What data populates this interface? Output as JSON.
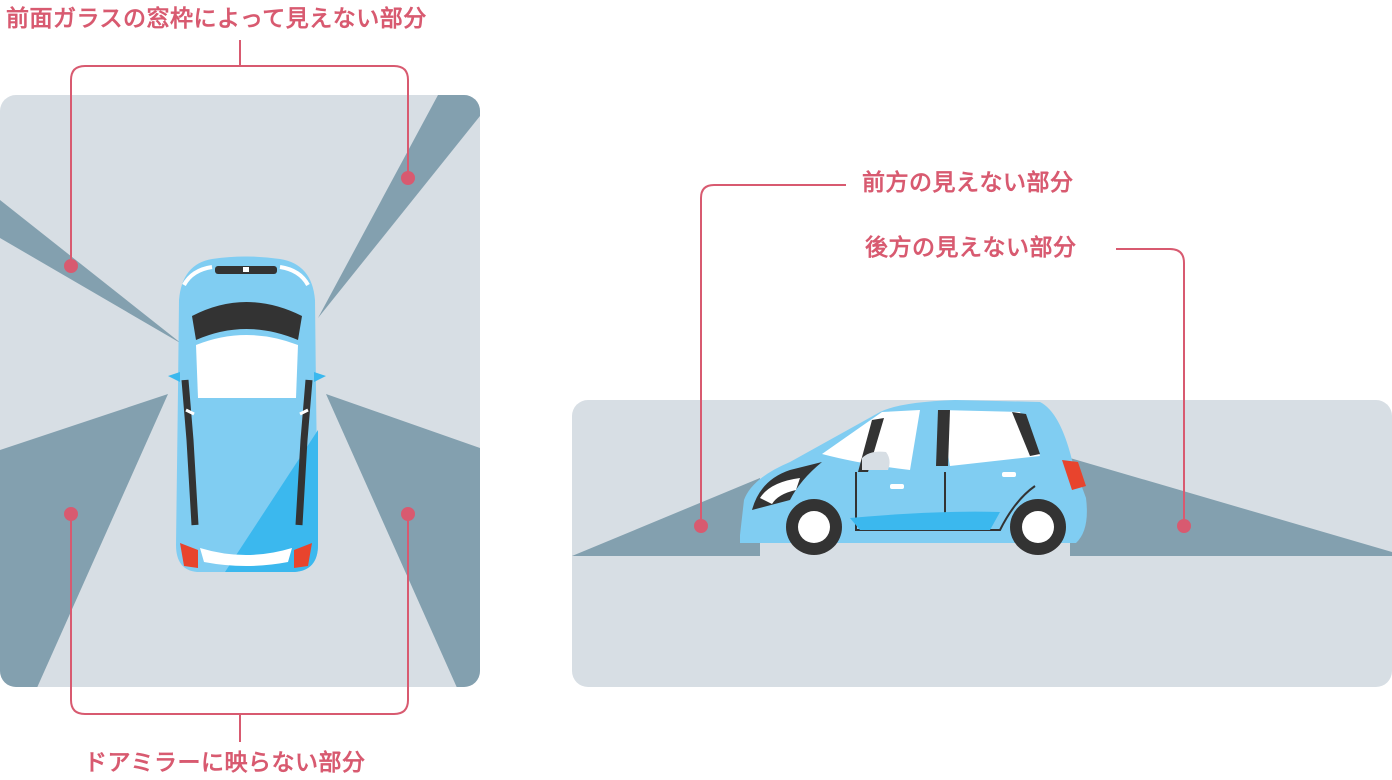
{
  "labels": {
    "windshield_pillar": "前面ガラスの窓枠によって見えない部分",
    "door_mirror": "ドアミラーに映らない部分",
    "front_blind": "前方の見えない部分",
    "rear_blind": "後方の見えない部分"
  },
  "colors": {
    "panel": "#d7dee4",
    "blind_zone": "#83a0af",
    "car_body": "#80cdf2",
    "car_shade": "#3bb8ee",
    "window_dark": "#333333",
    "tail_light": "#e8442d",
    "callout": "#d85a70"
  }
}
